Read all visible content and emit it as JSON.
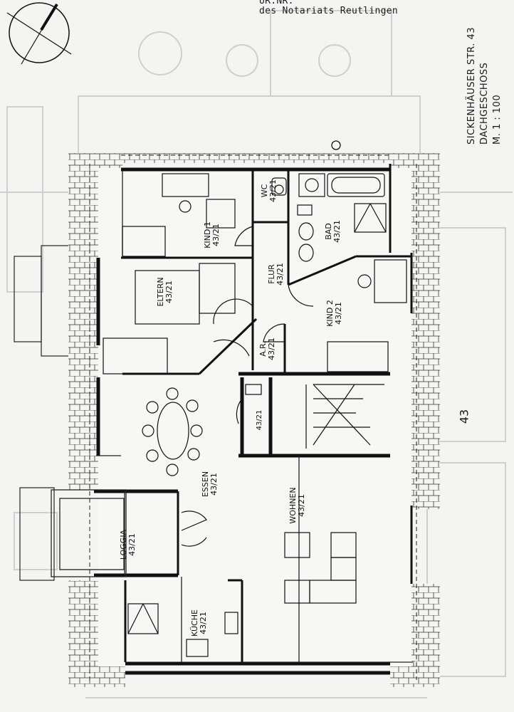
{
  "header": {
    "line1": "UR.NR.",
    "line2": "des Notariats Reutlingen"
  },
  "title": {
    "street": "SICKENHÄUSER STR. 43",
    "floor": "DACHGESCHOSS",
    "scale": "M. 1 : 100"
  },
  "house_number": "43",
  "rooms": [
    {
      "name": "WC",
      "code": "43/21"
    },
    {
      "name": "BAD",
      "code": "43/21"
    },
    {
      "name": "KIND 1",
      "code": "43/21"
    },
    {
      "name": "FLUR",
      "code": "43/21"
    },
    {
      "name": "ELTERN",
      "code": "43/21"
    },
    {
      "name": "KIND 2",
      "code": "43/21"
    },
    {
      "name": "A.R.",
      "code": "43/21"
    },
    {
      "name": "ESSEN",
      "code": "43/21"
    },
    {
      "name": "WOHNEN",
      "code": "43/21"
    },
    {
      "name": "LOGGIA",
      "code": "43/21"
    },
    {
      "name": "KÜCHE",
      "code": "43/21"
    }
  ],
  "colors": {
    "ink": "#1a1a1a",
    "ghost": "#c9c9c9",
    "paper": "#f4f4f2"
  }
}
